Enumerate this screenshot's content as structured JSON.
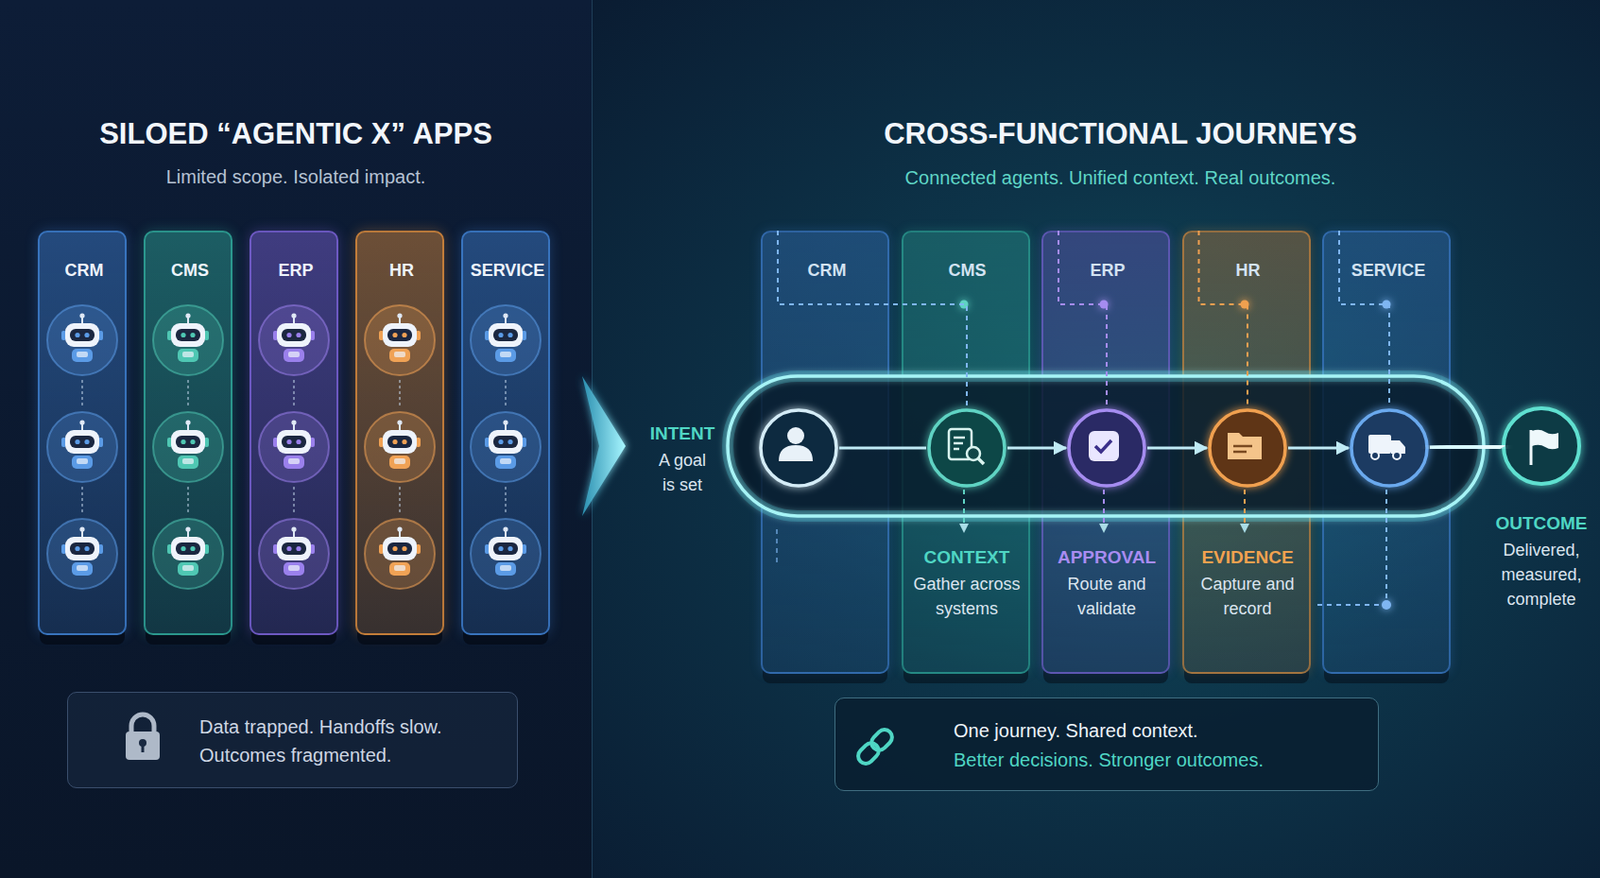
{
  "diagram": {
    "nodes": [
      {
        "text": [
          "SILOED “AGENTIC X” APPS",
          "Limited scope. Isolated impact."
        ]
      },
      {
        "text": [
          "CRM"
        ],
        "in": 0
      },
      {
        "text": [
          "CMS"
        ],
        "in": 0
      },
      {
        "text": [
          "ERP"
        ],
        "in": 0
      },
      {
        "text": [
          "HR"
        ],
        "in": 0
      },
      {
        "text": [
          "SERVICE"
        ],
        "in": 0
      },
      {
        "text": [
          "Data trapped. Handoffs slow. Outcomes fragmented."
        ],
        "in": 0
      },
      {
        "text": [
          "CROSS-FUNCTIONAL JOURNEYS",
          "Connected agents. Unified context. Real outcomes."
        ]
      },
      {
        "text": [
          "CRM"
        ],
        "in": 7
      },
      {
        "text": [
          "CMS"
        ],
        "in": 7
      },
      {
        "text": [
          "ERP"
        ],
        "in": 7
      },
      {
        "text": [
          "HR"
        ],
        "in": 7
      },
      {
        "text": [
          "SERVICE"
        ],
        "in": 7
      },
      {
        "text": [
          "INTENT",
          "A goal is set"
        ],
        "in": 8
      },
      {
        "text": [
          "CONTEXT",
          "Gather across systems"
        ],
        "in": 9
      },
      {
        "text": [
          "APPROVAL",
          "Route and validate"
        ],
        "in": 10
      },
      {
        "text": [
          "EVIDENCE",
          "Capture and record"
        ],
        "in": 11
      },
      {
        "text": [],
        "in": 12
      },
      {
        "text": [
          "OUTCOME",
          "Delivered, measured, complete"
        ],
        "in": 7
      },
      {
        "text": [
          "One journey. Shared context.",
          "Better decisions. Stronger outcomes."
        ],
        "in": 7
      }
    ],
    "edges": [
      {
        "from": 13,
        "to": 14,
        "arrow": "none"
      },
      {
        "from": 14,
        "to": 15,
        "arrow": "to"
      },
      {
        "from": 15,
        "to": 16,
        "arrow": "to"
      },
      {
        "from": 16,
        "to": 17,
        "arrow": "to"
      },
      {
        "from": 17,
        "to": 18,
        "arrow": "to"
      },
      {
        "from": 8,
        "to": 14,
        "arrow": "none"
      },
      {
        "from": 10,
        "to": 15,
        "arrow": "none"
      },
      {
        "from": 11,
        "to": 16,
        "arrow": "none"
      },
      {
        "from": 12,
        "to": 17,
        "arrow": "none"
      }
    ]
  }
}
